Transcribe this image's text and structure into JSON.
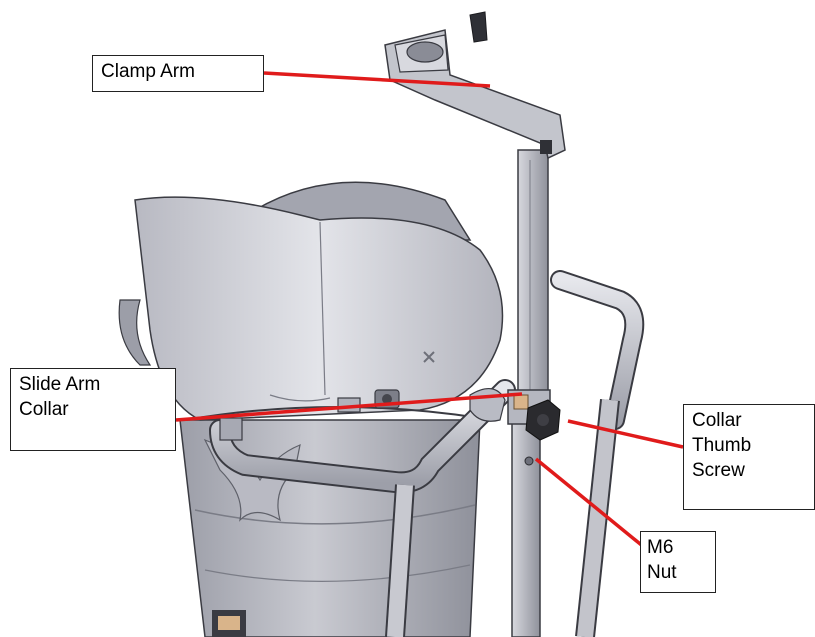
{
  "callouts": {
    "clamp_arm": "Clamp Arm",
    "slide_arm_collar": "Slide Arm\nCollar",
    "collar_thumb_screw": "Collar\nThumb\nScrew",
    "m6_nut": "M6\nNut"
  },
  "colors": {
    "leader_line": "#e01b1b",
    "metal_light": "#d8d9df",
    "metal_mid": "#a9abb5",
    "metal_dark": "#6d6f7a",
    "outline": "#3a3b42",
    "knob": "#2a2a2e",
    "brass": "#d9b48a"
  }
}
